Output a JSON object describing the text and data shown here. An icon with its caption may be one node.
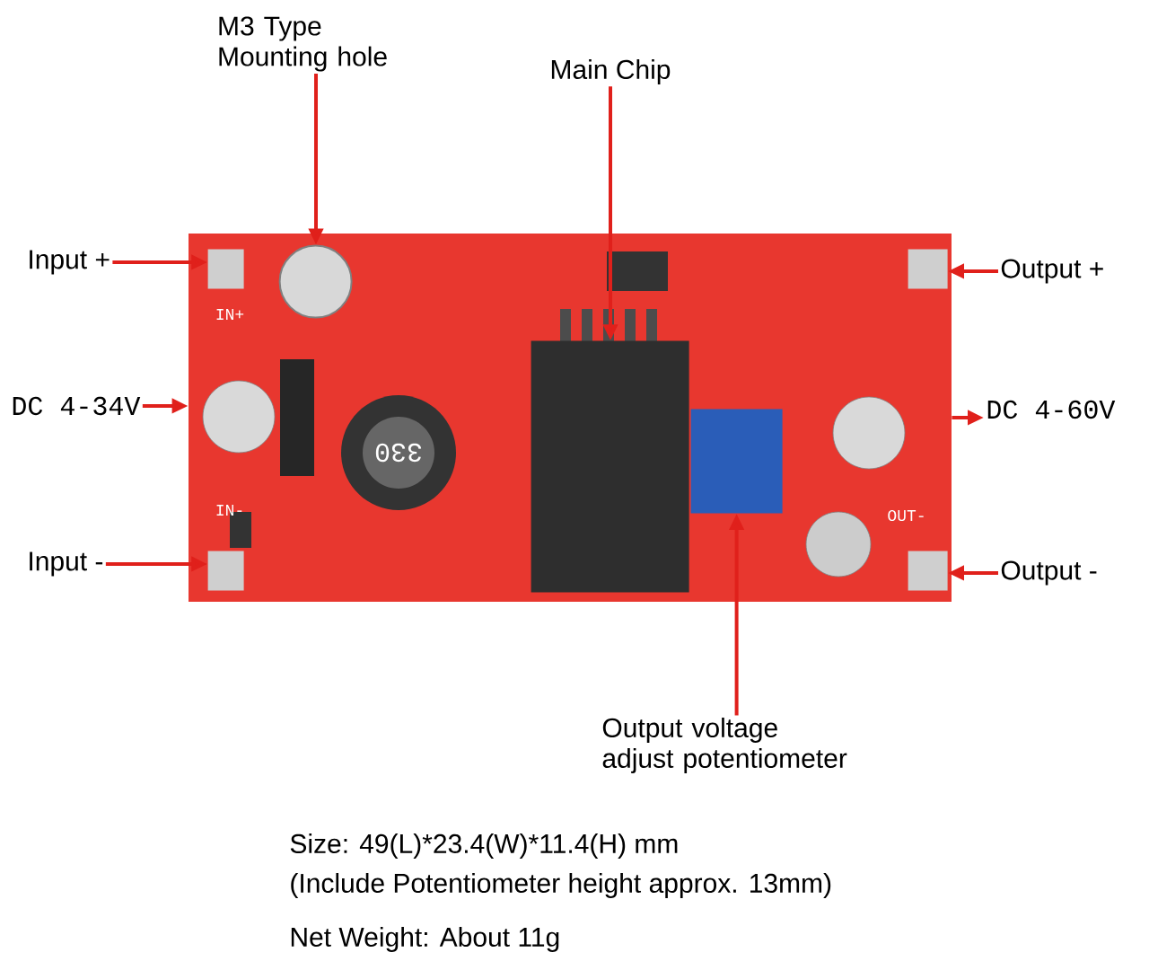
{
  "diagram": {
    "nodes": [
      {
        "text": [],
        "shape": "picture"
      },
      {
        "text": [
          "M3 Type Mounting hole"
        ]
      },
      {
        "text": [
          "Main Chip"
        ]
      },
      {
        "text": [
          "Input +"
        ]
      },
      {
        "text": [
          "DC 4-34V"
        ]
      },
      {
        "text": [
          "Input -"
        ]
      },
      {
        "text": [
          "Output +"
        ]
      },
      {
        "text": [
          "DC 4-60V"
        ]
      },
      {
        "text": [
          "Output -"
        ]
      },
      {
        "text": [
          "Output voltage adjust potentiometer"
        ]
      },
      {
        "text": [],
        "shape": "circle",
        "in": 0
      },
      {
        "text": [],
        "shape": "box",
        "in": 0
      },
      {
        "text": [],
        "shape": "box",
        "in": 0
      },
      {
        "text": [],
        "shape": "box",
        "in": 0
      },
      {
        "text": [],
        "shape": "box",
        "in": 0
      },
      {
        "text": [],
        "shape": "box",
        "in": 0
      },
      {
        "text": [],
        "shape": "box",
        "in": 0
      }
    ],
    "edges": [
      {
        "from": 1,
        "to": 10,
        "arrow": "to"
      },
      {
        "from": 2,
        "to": 11,
        "arrow": "to"
      },
      {
        "from": 3,
        "to": 12,
        "arrow": "to"
      },
      {
        "from": 4,
        "to": 0,
        "arrow": "to"
      },
      {
        "from": 5,
        "to": 13,
        "arrow": "to"
      },
      {
        "from": 6,
        "to": 14,
        "arrow": "to"
      },
      {
        "from": 0,
        "to": 7,
        "arrow": "to"
      },
      {
        "from": 8,
        "to": 15,
        "arrow": "to"
      },
      {
        "from": 9,
        "to": 16,
        "arrow": "to"
      }
    ],
    "labels": [
      "IN+",
      "IN-",
      "OUT-",
      "330",
      "Size: 49(L)*23.4(W)*11.4(H) mm",
      "(Include Potentiometer height approx. 13mm)",
      "Net Weight: About 11g"
    ]
  }
}
